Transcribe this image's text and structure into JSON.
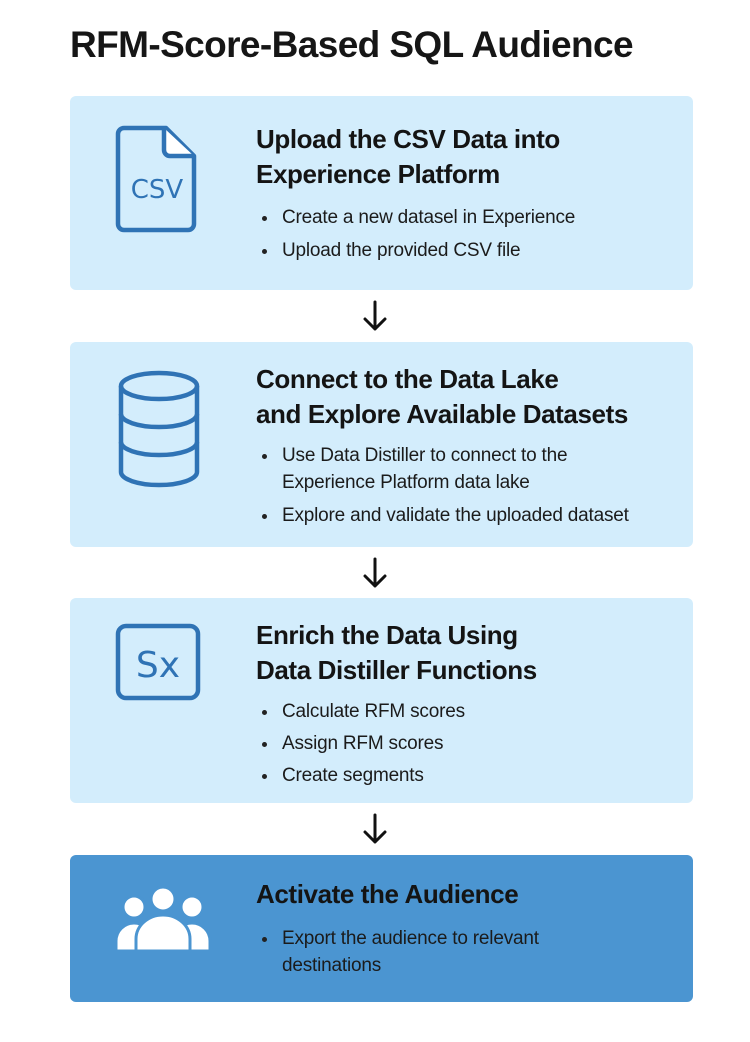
{
  "title": "RFM-Score-Based SQL Audience",
  "colors": {
    "card_bg": "#d3edfc",
    "active_card_bg": "#4b95d1",
    "icon_blue": "#2f73b5",
    "text": "#141414"
  },
  "steps": [
    {
      "icon": "csv-file-icon",
      "icon_text": "CSV",
      "heading_lines": [
        "Upload the CSV Data into",
        "Experience Platform"
      ],
      "bullets": [
        "Create a new datasel in Experience",
        "Upload the provided CSV file"
      ]
    },
    {
      "icon": "database-icon",
      "heading_lines": [
        "Connect to the Data Lake",
        "and Explore Available Datasets"
      ],
      "bullets": [
        "Use Data Distiller to connect to the Experience Platform data lake",
        "Explore and validate the uploaded dataset"
      ]
    },
    {
      "icon": "sx-function-icon",
      "icon_text": "Sx",
      "heading_lines": [
        "Enrich the Data Using",
        "Data Distiller Functions"
      ],
      "bullets": [
        "Calculate RFM scores",
        "Assign RFM scores",
        "Create segments"
      ]
    },
    {
      "icon": "audience-group-icon",
      "heading_lines": [
        "Activate the Audience"
      ],
      "bullets": [
        "Export the audience to relevant destinations"
      ]
    }
  ],
  "connector": "down-arrow-icon"
}
